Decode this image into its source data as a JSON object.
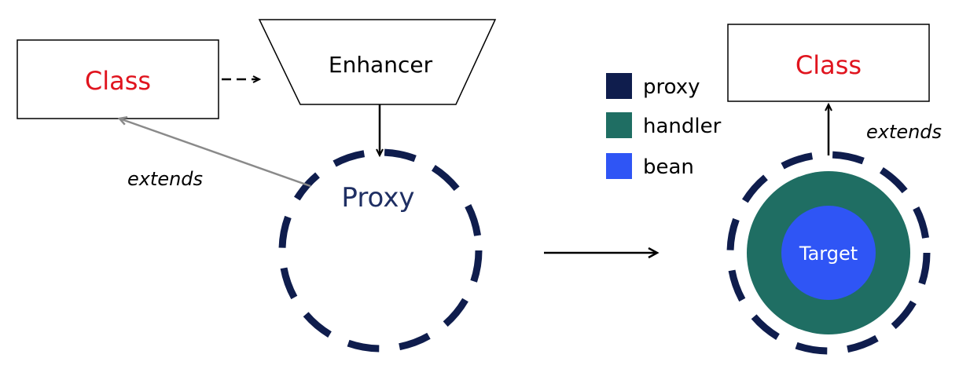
{
  "left": {
    "class_label": "Class",
    "enhancer_label": "Enhancer",
    "proxy_label": "Proxy",
    "extends_label": "extends"
  },
  "right": {
    "class_label": "Class",
    "extends_label": "extends",
    "target_label": "Target"
  },
  "legend": [
    {
      "label": "proxy",
      "color": "#0f1d4d"
    },
    {
      "label": "handler",
      "color": "#1f6e63"
    },
    {
      "label": "bean",
      "color": "#2f55f5"
    }
  ],
  "colors": {
    "class_text": "#e0141e",
    "proxy_ring": "#0f1d4d",
    "handler_fill": "#1f6e63",
    "bean_fill": "#2f55f5",
    "extends_arrow_gray": "#8a8a8a"
  }
}
